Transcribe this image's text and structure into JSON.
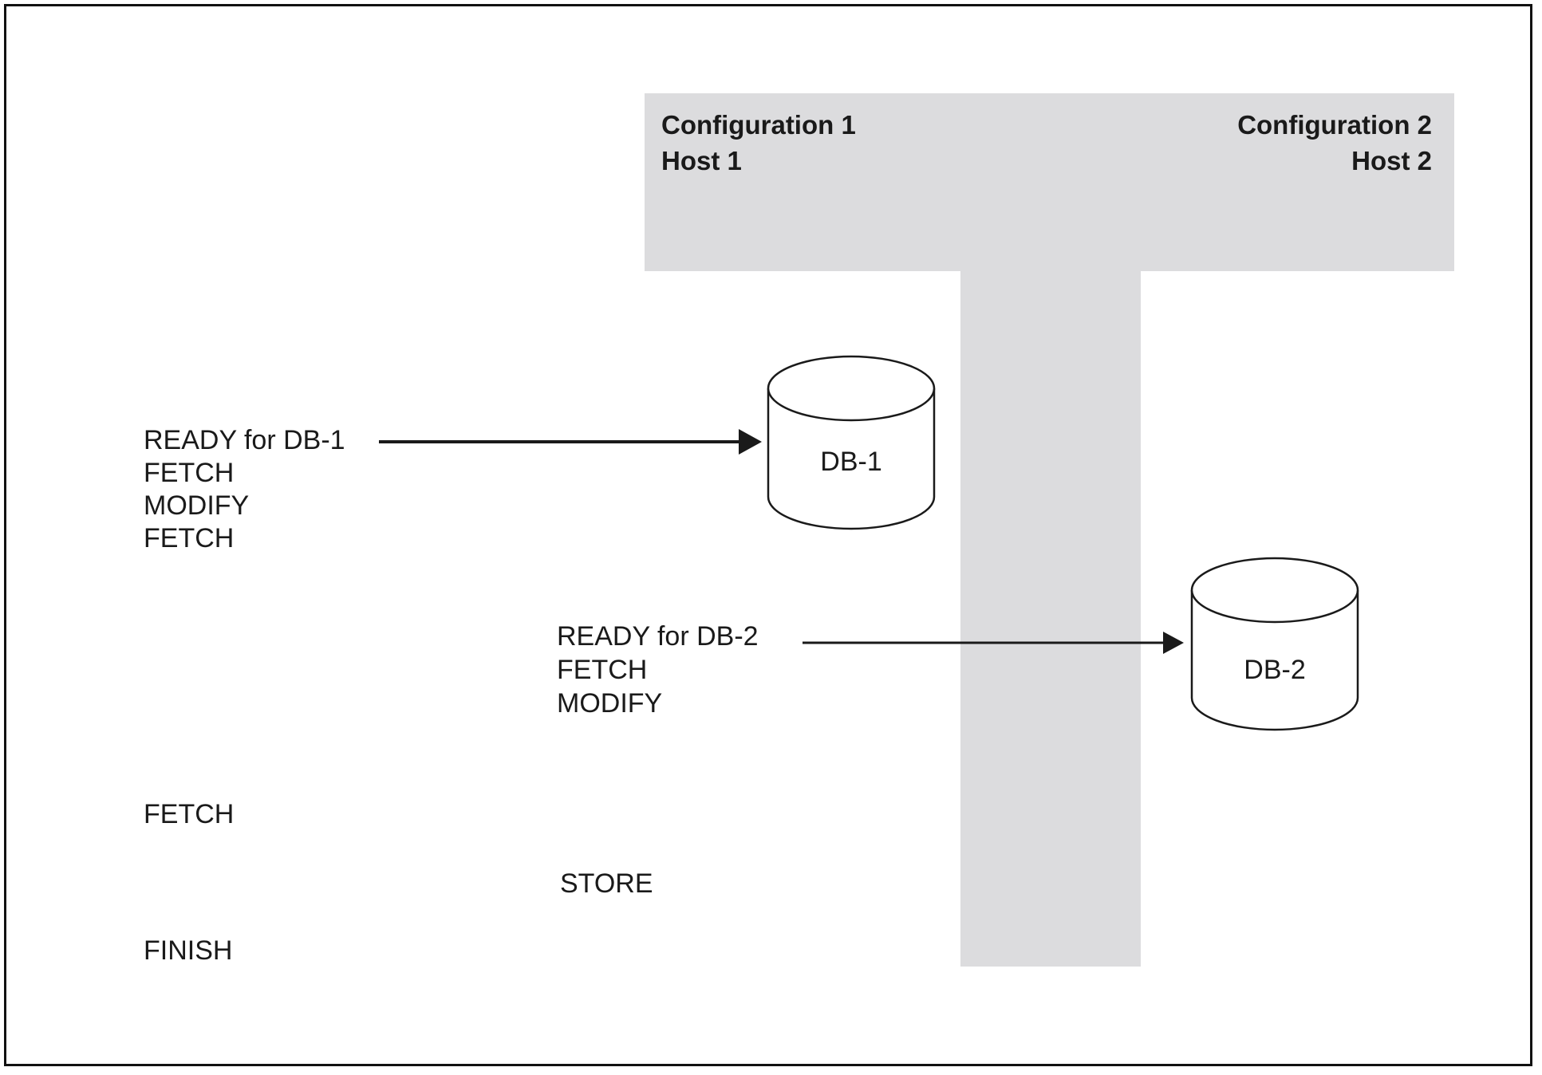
{
  "colors": {
    "band": "#dcdcde",
    "ink": "#1a1a1a",
    "frame": "#111111"
  },
  "configuration_1": {
    "title": "Configuration 1",
    "host": "Host 1"
  },
  "configuration_2": {
    "title": "Configuration 2",
    "host": "Host 2"
  },
  "databases": {
    "db1": "DB-1",
    "db2": "DB-2"
  },
  "program_1": {
    "lines": [
      "READY for DB-1",
      "FETCH",
      "MODIFY",
      "FETCH"
    ]
  },
  "program_2": {
    "lines": [
      "READY for DB-2",
      "FETCH",
      "MODIFY"
    ]
  },
  "later_statements": {
    "fetch": "FETCH",
    "store": "STORE",
    "finish": "FINISH"
  }
}
